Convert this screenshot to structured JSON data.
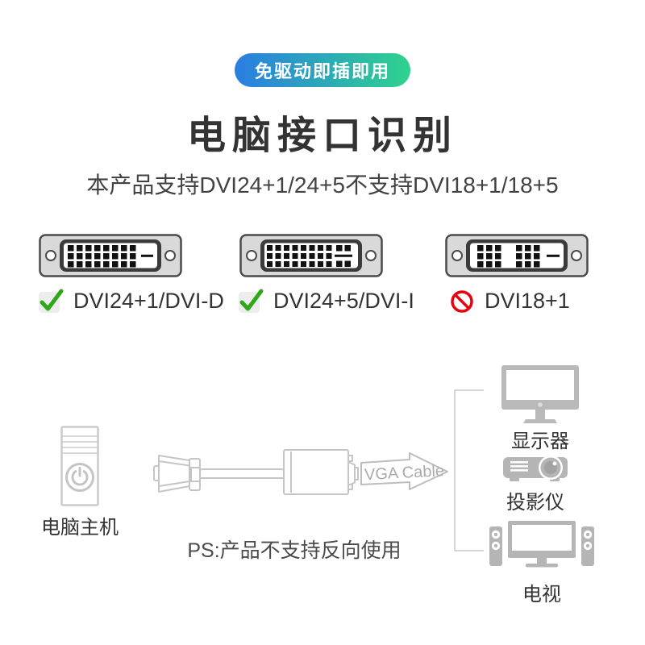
{
  "header": {
    "badge": "免驱动即插即用",
    "badge_gradient": [
      "#2a7de2",
      "#2ed38e"
    ],
    "title": "电脑接口识别",
    "subtitle": "本产品支持DVI24+1/24+5不支持DVI18+1/18+5"
  },
  "connectors": [
    {
      "label": "DVI24+1/DVI-D",
      "status": "supported",
      "pin_layout": "24+1"
    },
    {
      "label": "DVI24+5/DVI-I",
      "status": "supported",
      "pin_layout": "24+5"
    },
    {
      "label": "DVI18+1",
      "status": "not-supported",
      "pin_layout": "18+1"
    }
  ],
  "colors": {
    "check_green": "#2fa818",
    "ban_red": "#e8000f",
    "icon_gray": "#b5b5b5",
    "outline_gray": "#c8c8c8",
    "connector_fill": "#d9d9d9",
    "connector_stroke": "#4a4a4a"
  },
  "diagram": {
    "source_label": "电脑主机",
    "cable_label": "VGA Cable",
    "note": "PS:产品不支持反向使用",
    "devices": [
      {
        "label": "显示器"
      },
      {
        "label": "投影仪"
      },
      {
        "label": "电视"
      }
    ]
  }
}
